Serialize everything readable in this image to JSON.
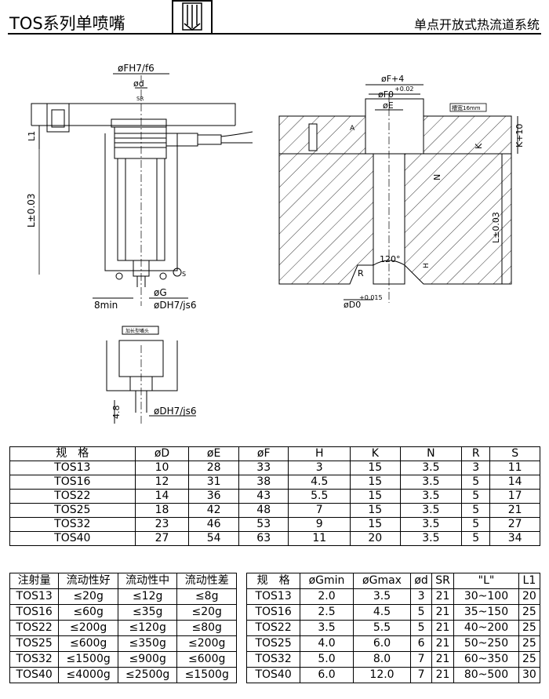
{
  "header": {
    "title_left": "TOS系列单喷嘴",
    "title_right": "单点开放式热流道系统"
  },
  "drawing_labels": {
    "fh7": "øFH7/f6",
    "d_small": "ød",
    "sr": "SR",
    "l1": "L1",
    "l_tol": "L±0.03",
    "g": "øG",
    "min8": "8min",
    "dh7": "øDH7/js6",
    "s_mark": "S",
    "extended_nozzle": "加长型嘴头",
    "h48": "4.8",
    "dh7_2": "øDH7/js6",
    "f4": "øF+4",
    "f4_tol": "+0.02",
    "f0": "øF0",
    "e": "øE",
    "groove": "槽宽16mm",
    "a": "A",
    "k10": "K+10",
    "k": "K",
    "n": "N",
    "l_tol_2": "L±0.03",
    "angle": "120°",
    "r": "R",
    "h": "H",
    "d0": "øD0",
    "d0_tol": "+0.015"
  },
  "spec_table": {
    "headers": [
      "规　格",
      "øD",
      "øE",
      "øF",
      "H",
      "K",
      "N",
      "R",
      "S"
    ],
    "rows": [
      [
        "TOS13",
        "10",
        "28",
        "33",
        "3",
        "15",
        "3.5",
        "3",
        "11"
      ],
      [
        "TOS16",
        "12",
        "31",
        "38",
        "4.5",
        "15",
        "3.5",
        "5",
        "14"
      ],
      [
        "TOS22",
        "14",
        "36",
        "43",
        "5.5",
        "15",
        "3.5",
        "5",
        "17"
      ],
      [
        "TOS25",
        "18",
        "42",
        "48",
        "7",
        "15",
        "3.5",
        "5",
        "21"
      ],
      [
        "TOS32",
        "23",
        "46",
        "53",
        "9",
        "15",
        "3.5",
        "5",
        "27"
      ],
      [
        "TOS40",
        "27",
        "54",
        "63",
        "11",
        "20",
        "3.5",
        "5",
        "34"
      ]
    ]
  },
  "weight_table": {
    "headers": [
      "注射量",
      "流动性好",
      "流动性中",
      "流动性差"
    ],
    "rows": [
      [
        "TOS13",
        "≤20g",
        "≤12g",
        "≤8g"
      ],
      [
        "TOS16",
        "≤60g",
        "≤35g",
        "≤20g"
      ],
      [
        "TOS22",
        "≤200g",
        "≤120g",
        "≤80g"
      ],
      [
        "TOS25",
        "≤600g",
        "≤350g",
        "≤200g"
      ],
      [
        "TOS32",
        "≤1500g",
        "≤900g",
        "≤600g"
      ],
      [
        "TOS40",
        "≤4000g",
        "≤2500g",
        "≤1500g"
      ]
    ]
  },
  "dim_table": {
    "headers": [
      "规　格",
      "øGmin",
      "øGmax",
      "ød",
      "SR",
      "\"L\"",
      "L1"
    ],
    "rows": [
      [
        "TOS13",
        "2.0",
        "3.5",
        "3",
        "21",
        "30~100",
        "20"
      ],
      [
        "TOS16",
        "2.5",
        "4.5",
        "5",
        "21",
        "35~150",
        "25"
      ],
      [
        "TOS22",
        "3.5",
        "5.5",
        "5",
        "21",
        "40~200",
        "25"
      ],
      [
        "TOS25",
        "4.0",
        "6.0",
        "6",
        "21",
        "50~250",
        "25"
      ],
      [
        "TOS32",
        "5.0",
        "8.0",
        "7",
        "21",
        "60~350",
        "25"
      ],
      [
        "TOS40",
        "6.0",
        "12.0",
        "7",
        "21",
        "80~500",
        "30"
      ]
    ]
  }
}
